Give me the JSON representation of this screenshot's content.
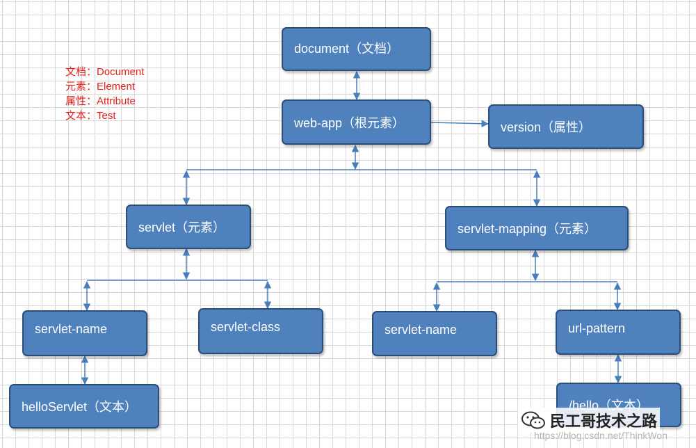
{
  "legend": [
    "文档：Document",
    "元素：Element",
    "属性：Attribute",
    "文本：Test"
  ],
  "nodes": {
    "document": "document（文档）",
    "web_app": "web-app（根元素）",
    "version": "version（属性）",
    "servlet": "servlet（元素）",
    "servlet_mapping": "servlet-mapping（元素）",
    "servlet_name_left": "servlet-name",
    "servlet_class": "servlet-class",
    "servlet_name_right": "servlet-name",
    "url_pattern": "url-pattern",
    "hello_servlet": "helloServlet（文本）",
    "hello": "/hello（文本）"
  },
  "colors": {
    "node_fill": "#4f81bd",
    "node_border": "#2b4d79",
    "connector": "#4a7ebb",
    "legend_text": "#e3201b"
  },
  "watermark": {
    "brand": "民工哥技术之路",
    "url": "https://blog.csdn.net/ThinkWon",
    "icon": "wechat-icon"
  }
}
